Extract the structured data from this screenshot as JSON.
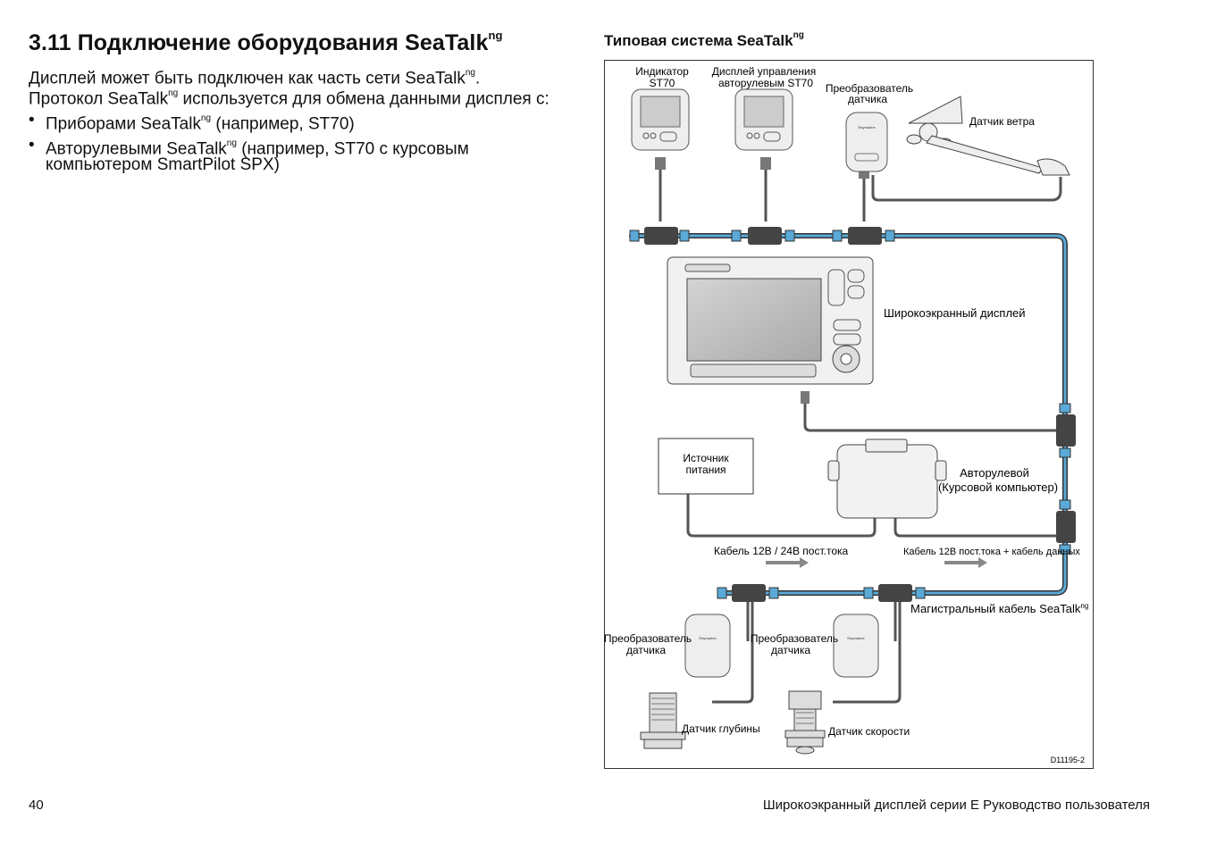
{
  "section_title": "3.11 Подключение оборудования SeaTalk",
  "sup_ng": "ng",
  "intro_line1_a": "Дисплей может быть подключен как часть сети SeaTalk",
  "intro_line1_b": ".",
  "intro_line2_a": "Протокол SeaTalk",
  "intro_line2_b": " используется для обмена данными дисплея с:",
  "bullets": [
    {
      "a": "Приборами SeaTalk",
      "b": " (например, ST70)"
    },
    {
      "a": "Авторулевыми SeaTalk",
      "b": " (например, ST70 с курсовым",
      "c": "компьютером SmartPilot SPX)"
    }
  ],
  "bullet_char": "•",
  "figure_title": "Типовая система SeaTalk",
  "diagram": {
    "indicator_l1": "Индикатор",
    "indicator_l2": "ST70",
    "autopilot_ctrl_l1": "Дисплей управления",
    "autopilot_ctrl_l2": "авторулевым ST70",
    "transducer_conv_l1": "Преобразователь",
    "transducer_conv_l2": "датчика",
    "wind_sensor": "Датчик ветра",
    "widescreen_display": "Широкоэкранный дисплей",
    "power_l1": "Источник",
    "power_l2": "питания",
    "autopilot_l1": "Авторулевой",
    "autopilot_l2": "(Курсовой компьютер)",
    "cable_power": "Кабель 12В / 24В пост.тока",
    "cable_power_data": "Кабель 12В пост.тока + кабель данных",
    "backbone": "Магистральный кабель SeaTalk",
    "backbone_sup": "ng",
    "depth_sensor": "Датчик глубины",
    "speed_sensor": "Датчик  скорости",
    "brand": "Raymarine",
    "figure_id": "D11195-2"
  },
  "page_number": "40",
  "footer_title": "Широкоэкранный дисплей серии E Руководство пользователя"
}
